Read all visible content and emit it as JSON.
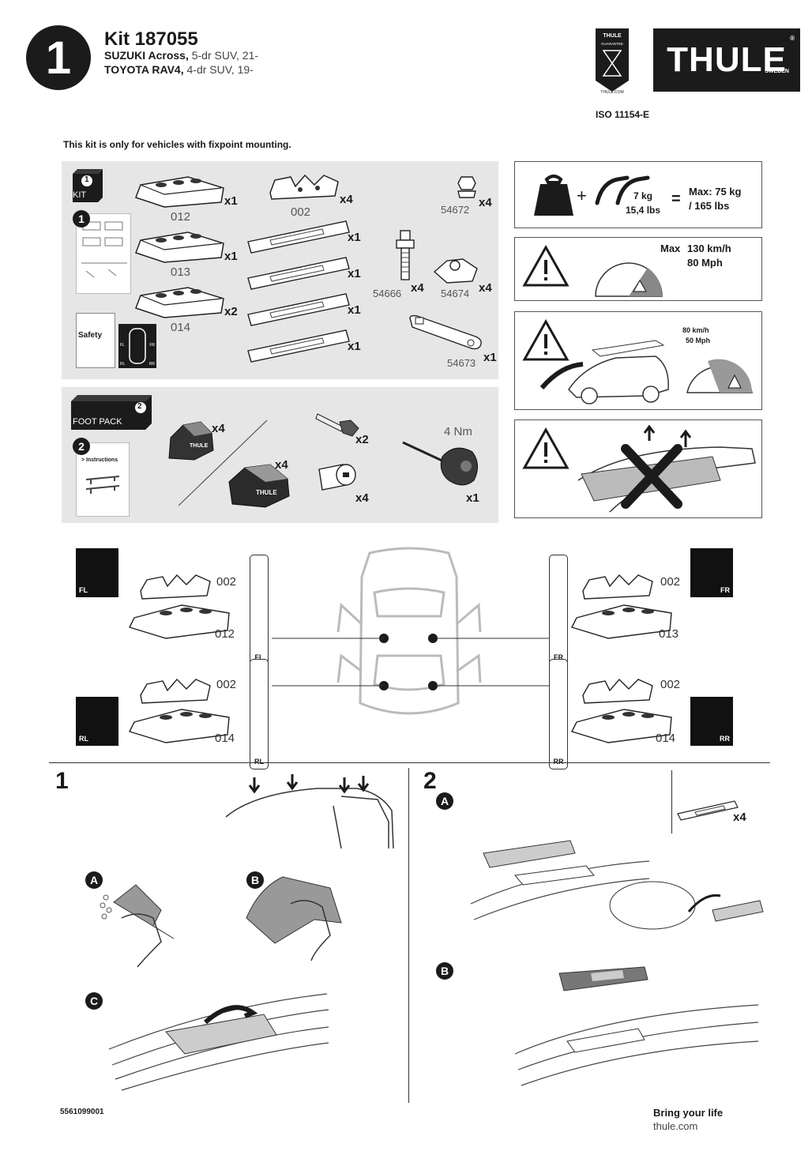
{
  "header": {
    "step_number": "1",
    "kit": "Kit 187055",
    "vehicles": [
      {
        "make": "SUZUKI Across,",
        "desc": "5-dr SUV, 21-"
      },
      {
        "make": "TOYOTA RAV4,",
        "desc": "4-dr SUV, 19-"
      }
    ],
    "guarantee_top": "THULE",
    "guarantee_mid": "GUARANTEE",
    "guarantee_url": "THULE.COM",
    "brand": "THULE",
    "brand_sub": "SWEDEN",
    "brand_mark": "®",
    "iso": "ISO 11154-E"
  },
  "note": "This kit is only for vehicles with fixpoint mounting.",
  "kit_panel": {
    "box_num": "1",
    "box_label": "KIT",
    "instr_num": "1",
    "safety": "Safety",
    "fl": "FL",
    "fr": "FR",
    "rl": "RL",
    "rr": "RR",
    "parts": [
      {
        "code": "012",
        "qty": "x1"
      },
      {
        "code": "013",
        "qty": "x1"
      },
      {
        "code": "014",
        "qty": "x2"
      },
      {
        "code": "002",
        "qty": "x4"
      },
      {
        "code": "",
        "qty": "x1"
      },
      {
        "code": "",
        "qty": "x1"
      },
      {
        "code": "",
        "qty": "x1"
      },
      {
        "code": "",
        "qty": "x1"
      },
      {
        "code": "54672",
        "qty": "x4"
      },
      {
        "code": "54666",
        "qty": "x4"
      },
      {
        "code": "54674",
        "qty": "x4"
      },
      {
        "code": "54673",
        "qty": "x1"
      }
    ]
  },
  "foot_panel": {
    "box_num": "2",
    "box_label": "FOOT PACK",
    "instr_num": "2",
    "instr_label": "> Instructions",
    "foot1_qty": "x4",
    "foot2_qty": "x4",
    "foot_brand": "THULE",
    "key_qty": "x2",
    "lock_qty": "x4",
    "torque": "4 Nm",
    "tool_qty": "x1"
  },
  "warnings": {
    "load": {
      "weight": "7 kg",
      "weight_lbs": "15,4 lbs",
      "eq": "=",
      "plus": "+",
      "max": "Max: 75 kg",
      "max_lbs": "/ 165 lbs"
    },
    "speed": {
      "max": "Max",
      "kmh": "130 km/h",
      "mph": "80 Mph"
    },
    "loading": {
      "kmh": "80 km/h",
      "mph": "50 Mph"
    }
  },
  "positions": {
    "fl": {
      "tag": "FL",
      "bracket": "002",
      "base": "012",
      "pad": "FL"
    },
    "fr": {
      "tag": "FR",
      "bracket": "002",
      "base": "013",
      "pad": "FR"
    },
    "rl": {
      "tag": "RL",
      "bracket": "002",
      "base": "014",
      "pad": "RL"
    },
    "rr": {
      "tag": "RR",
      "bracket": "002",
      "base": "014",
      "pad": "RR"
    }
  },
  "steps": {
    "s1": {
      "num": "1",
      "a": "A",
      "b": "B",
      "c": "C"
    },
    "s2": {
      "num": "2",
      "a": "A",
      "b": "B",
      "qty": "x4"
    }
  },
  "footer": {
    "code": "5561099001",
    "slogan": "Bring your life",
    "url": "thule.com"
  }
}
